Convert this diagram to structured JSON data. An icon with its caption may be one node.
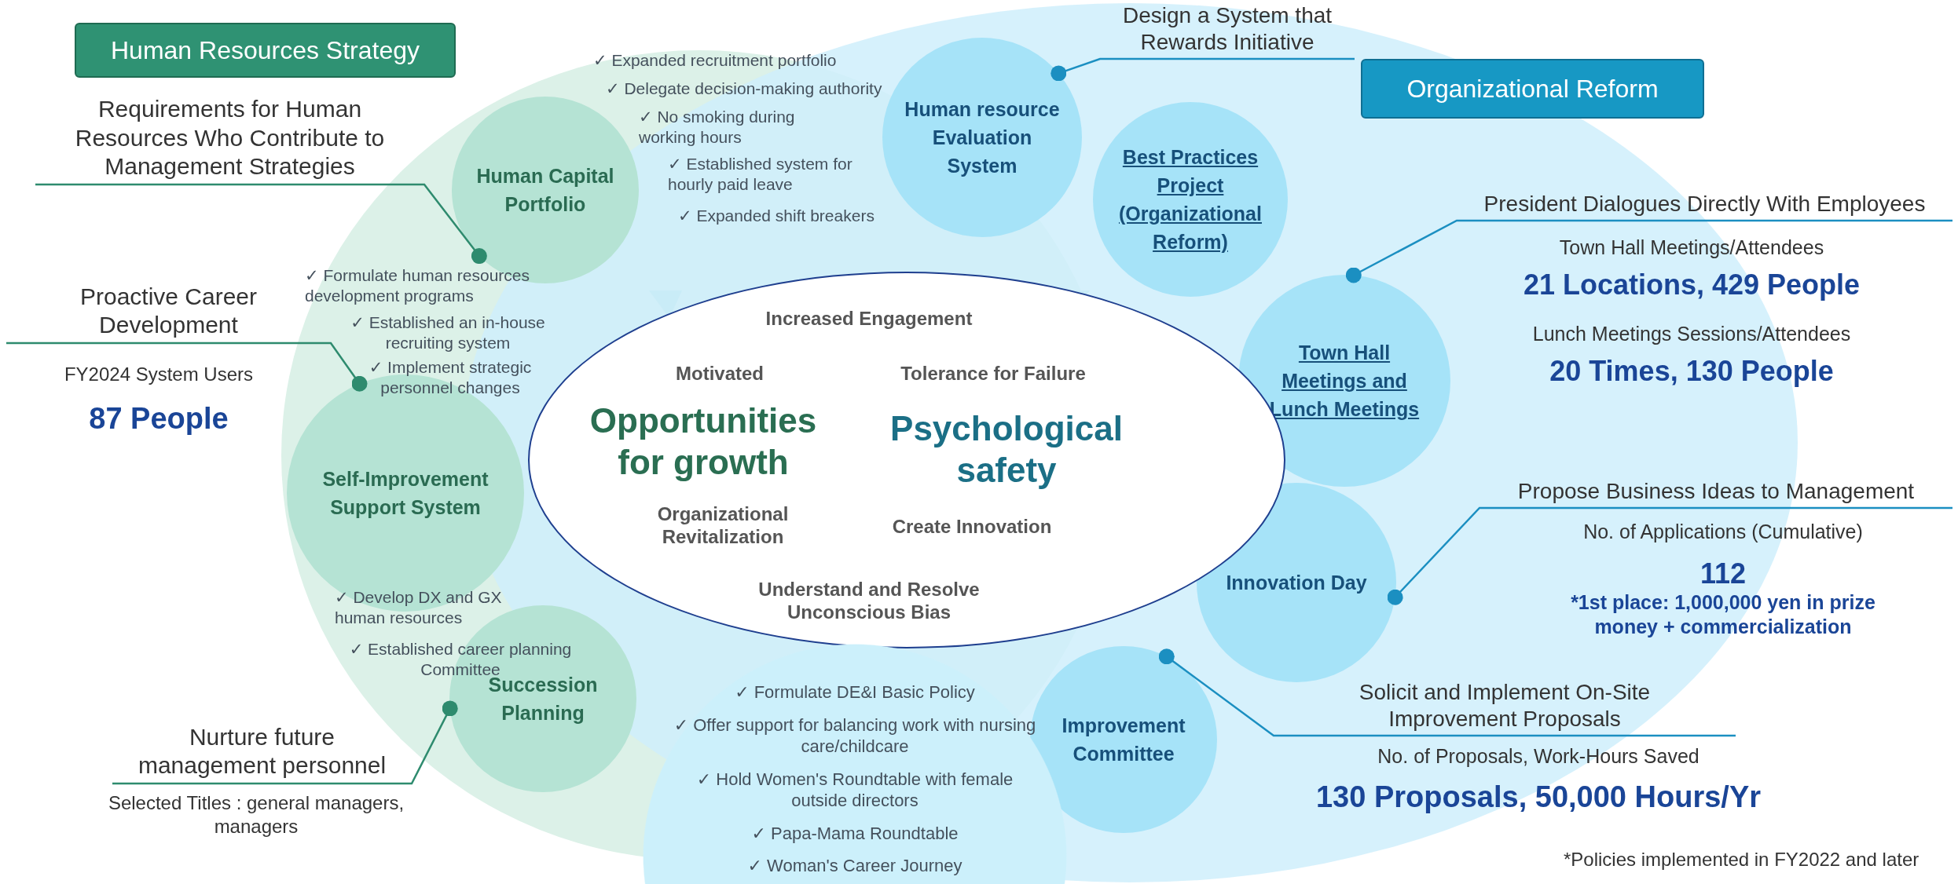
{
  "diagram": {
    "nodes": [
      {
        "text": [
          "Human Resources Strategy"
        ]
      },
      {
        "text": [
          "Requirements for Human Resources Who Contribute to Management Strategies"
        ]
      },
      {
        "text": [
          "Human Capital Portfolio"
        ]
      },
      {
        "text": [
          "Proactive Career Development"
        ],
        "beside": [
          "FY2024 System Users",
          "87 People"
        ]
      },
      {
        "text": [
          "Self-Improvement Support System"
        ]
      },
      {
        "text": [
          "Nurture future management personnel"
        ],
        "beside": [
          "Selected Titles : general managers, managers"
        ]
      },
      {
        "text": [
          "Succession Planning"
        ]
      },
      {
        "text": [
          "Design a System that Rewards Initiative"
        ]
      },
      {
        "text": [
          "Human resource Evaluation System"
        ]
      },
      {
        "text": [
          "Organizational Reform"
        ]
      },
      {
        "text": [
          "Best Practices Project (Organizational Reform)"
        ]
      },
      {
        "text": [
          "President Dialogues Directly With Employees"
        ],
        "beside": [
          "Town Hall Meetings/Attendees",
          "21 Locations, 429 People",
          "Lunch Meetings Sessions/Attendees",
          "20 Times, 130 People"
        ]
      },
      {
        "text": [
          "Town Hall Meetings and Lunch Meetings"
        ]
      },
      {
        "text": [
          "Propose Business Ideas to Management"
        ],
        "beside": [
          "No. of Applications (Cumulative)",
          "112",
          "*1st place: 1,000,000 yen in prize money + commercialization"
        ]
      },
      {
        "text": [
          "Innovation Day"
        ]
      },
      {
        "text": [
          "Solicit and Implement On-Site Improvement Proposals"
        ],
        "beside": [
          "No. of Proposals, Work-Hours Saved",
          "130 Proposals, 50,000 Hours/Yr"
        ]
      },
      {
        "text": [
          "Improvement Committee"
        ]
      },
      {
        "text": [
          "Increased Engagement",
          "Motivated",
          "Tolerance for Failure",
          "Opportunities for growth",
          "Psychological safety",
          "Organizational Revitalization",
          "Create Innovation",
          "Understand and Resolve Unconscious Bias"
        ]
      },
      {
        "text": [
          "✓ Formulate DE&I Basic Policy",
          "✓ Offer support for balancing work with nursing care/childcare",
          "✓ Hold Women's Roundtable with female outside directors",
          "✓ Papa-Mama Roundtable",
          "✓ Woman's Career Journey"
        ]
      }
    ],
    "edges": [
      {
        "from": 1,
        "to": 2,
        "arrow": "other",
        "color": "#2e8b6e"
      },
      {
        "from": 3,
        "to": 4,
        "arrow": "other",
        "color": "#2e8b6e"
      },
      {
        "from": 5,
        "to": 6,
        "arrow": "other",
        "color": "#2e8b6e"
      },
      {
        "from": 7,
        "to": 8,
        "arrow": "other"
      },
      {
        "from": 11,
        "to": 12,
        "arrow": "other"
      },
      {
        "from": 13,
        "to": 14,
        "arrow": "other"
      },
      {
        "from": 15,
        "to": 16,
        "arrow": "other"
      }
    ],
    "labels": [
      "✓ Expanded recruitment portfolio",
      "✓ Delegate decision-making authority",
      "✓ No smoking during working hours",
      "✓ Established system for hourly paid leave",
      "✓ Expanded shift breakers",
      "✓ Formulate human resources development programs",
      "✓ Established an in-house recruiting system",
      "✓ Implement strategic personnel changes",
      "✓ Develop DX and GX human resources",
      "✓ Established career planning Committee",
      "*Policies implemented in FY2022 and later"
    ]
  }
}
